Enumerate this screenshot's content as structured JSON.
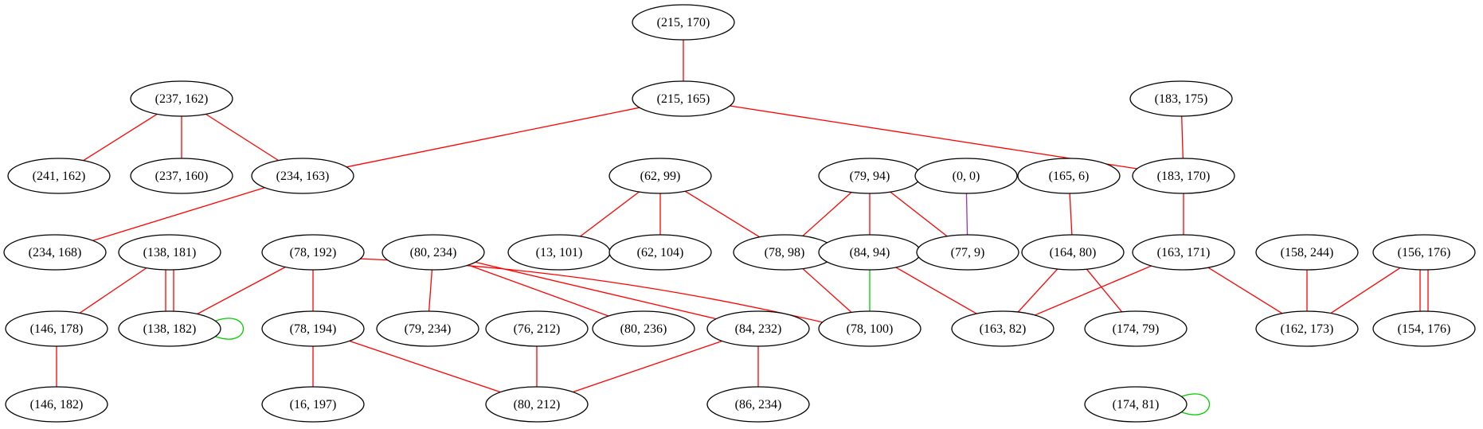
{
  "nodes": [
    {
      "id": "n_215_170",
      "label": "(215, 170)"
    },
    {
      "id": "n_215_165",
      "label": "(215, 165)"
    },
    {
      "id": "n_237_162",
      "label": "(237, 162)"
    },
    {
      "id": "n_183_175",
      "label": "(183, 175)"
    },
    {
      "id": "n_241_162",
      "label": "(241, 162)"
    },
    {
      "id": "n_237_160",
      "label": "(237, 160)"
    },
    {
      "id": "n_234_163",
      "label": "(234, 163)"
    },
    {
      "id": "n_62_99",
      "label": "(62, 99)"
    },
    {
      "id": "n_79_94",
      "label": "(79, 94)"
    },
    {
      "id": "n_0_0",
      "label": "(0, 0)"
    },
    {
      "id": "n_165_6",
      "label": "(165, 6)"
    },
    {
      "id": "n_183_170",
      "label": "(183, 170)"
    },
    {
      "id": "n_234_168",
      "label": "(234, 168)"
    },
    {
      "id": "n_138_181",
      "label": "(138, 181)"
    },
    {
      "id": "n_78_192",
      "label": "(78, 192)"
    },
    {
      "id": "n_80_234",
      "label": "(80, 234)"
    },
    {
      "id": "n_13_101",
      "label": "(13, 101)"
    },
    {
      "id": "n_62_104",
      "label": "(62, 104)"
    },
    {
      "id": "n_78_98",
      "label": "(78, 98)"
    },
    {
      "id": "n_84_94",
      "label": "(84, 94)"
    },
    {
      "id": "n_77_9",
      "label": "(77, 9)"
    },
    {
      "id": "n_164_80",
      "label": "(164, 80)"
    },
    {
      "id": "n_163_171",
      "label": "(163, 171)"
    },
    {
      "id": "n_158_244",
      "label": "(158, 244)"
    },
    {
      "id": "n_156_176",
      "label": "(156, 176)"
    },
    {
      "id": "n_146_178",
      "label": "(146, 178)"
    },
    {
      "id": "n_138_182",
      "label": "(138, 182)"
    },
    {
      "id": "n_78_194",
      "label": "(78, 194)"
    },
    {
      "id": "n_79_234",
      "label": "(79, 234)"
    },
    {
      "id": "n_76_212",
      "label": "(76, 212)"
    },
    {
      "id": "n_80_236",
      "label": "(80, 236)"
    },
    {
      "id": "n_84_232",
      "label": "(84, 232)"
    },
    {
      "id": "n_78_100",
      "label": "(78, 100)"
    },
    {
      "id": "n_163_82",
      "label": "(163, 82)"
    },
    {
      "id": "n_174_79",
      "label": "(174, 79)"
    },
    {
      "id": "n_162_173",
      "label": "(162, 173)"
    },
    {
      "id": "n_154_176",
      "label": "(154, 176)"
    },
    {
      "id": "n_146_182",
      "label": "(146, 182)"
    },
    {
      "id": "n_16_197",
      "label": "(16, 197)"
    },
    {
      "id": "n_80_212",
      "label": "(80, 212)"
    },
    {
      "id": "n_86_234",
      "label": "(86, 234)"
    },
    {
      "id": "n_174_81",
      "label": "(174, 81)"
    }
  ],
  "edges": [
    {
      "from": "n_215_170",
      "to": "n_215_165",
      "color": "#ff0000"
    },
    {
      "from": "n_215_165",
      "to": "n_234_163",
      "color": "#ff0000"
    },
    {
      "from": "n_215_165",
      "to": "n_183_170",
      "color": "#ff0000"
    },
    {
      "from": "n_237_162",
      "to": "n_241_162",
      "color": "#ff0000"
    },
    {
      "from": "n_237_162",
      "to": "n_237_160",
      "color": "#ff0000"
    },
    {
      "from": "n_237_162",
      "to": "n_234_163",
      "color": "#ff0000"
    },
    {
      "from": "n_183_175",
      "to": "n_183_170",
      "color": "#ff0000"
    },
    {
      "from": "n_234_163",
      "to": "n_234_168",
      "color": "#ff0000"
    },
    {
      "from": "n_62_99",
      "to": "n_13_101",
      "color": "#ff0000"
    },
    {
      "from": "n_62_99",
      "to": "n_62_104",
      "color": "#ff0000"
    },
    {
      "from": "n_62_99",
      "to": "n_78_98",
      "color": "#ff0000"
    },
    {
      "from": "n_79_94",
      "to": "n_78_98",
      "color": "#ff0000"
    },
    {
      "from": "n_79_94",
      "to": "n_84_94",
      "color": "#ff0000"
    },
    {
      "from": "n_79_94",
      "to": "n_77_9",
      "color": "#ff0000"
    },
    {
      "from": "n_0_0",
      "to": "n_77_9",
      "color": "#9b30c8"
    },
    {
      "from": "n_165_6",
      "to": "n_164_80",
      "color": "#ff0000"
    },
    {
      "from": "n_183_170",
      "to": "n_163_171",
      "color": "#ff0000"
    },
    {
      "from": "n_138_181",
      "to": "n_146_178",
      "color": "#ff0000"
    },
    {
      "from": "n_138_181",
      "to": "n_138_182",
      "color": "#ff0000",
      "offset": -5
    },
    {
      "from": "n_138_181",
      "to": "n_138_182",
      "color": "#ff0000",
      "offset": 5
    },
    {
      "from": "n_78_192",
      "to": "n_138_182",
      "color": "#ff0000"
    },
    {
      "from": "n_78_192",
      "to": "n_78_194",
      "color": "#ff0000"
    },
    {
      "from": "n_78_192",
      "to": "n_78_100",
      "color": "#ff0000",
      "curve": 18
    },
    {
      "from": "n_80_234",
      "to": "n_79_234",
      "color": "#ff0000"
    },
    {
      "from": "n_80_234",
      "to": "n_80_236",
      "color": "#ff0000"
    },
    {
      "from": "n_80_234",
      "to": "n_84_232",
      "color": "#ff0000"
    },
    {
      "from": "n_78_98",
      "to": "n_78_100",
      "color": "#ff0000"
    },
    {
      "from": "n_84_94",
      "to": "n_78_100",
      "color": "#00cc00"
    },
    {
      "from": "n_84_94",
      "to": "n_163_82",
      "color": "#ff0000"
    },
    {
      "from": "n_164_80",
      "to": "n_163_82",
      "color": "#ff0000"
    },
    {
      "from": "n_164_80",
      "to": "n_174_79",
      "color": "#ff0000"
    },
    {
      "from": "n_163_171",
      "to": "n_163_82",
      "color": "#ff0000"
    },
    {
      "from": "n_163_171",
      "to": "n_162_173",
      "color": "#ff0000"
    },
    {
      "from": "n_158_244",
      "to": "n_162_173",
      "color": "#ff0000"
    },
    {
      "from": "n_156_176",
      "to": "n_162_173",
      "color": "#ff0000"
    },
    {
      "from": "n_156_176",
      "to": "n_154_176",
      "color": "#ff0000",
      "offset": -5
    },
    {
      "from": "n_156_176",
      "to": "n_154_176",
      "color": "#ff0000",
      "offset": 5
    },
    {
      "from": "n_146_178",
      "to": "n_146_182",
      "color": "#ff0000"
    },
    {
      "from": "n_78_194",
      "to": "n_16_197",
      "color": "#ff0000"
    },
    {
      "from": "n_78_194",
      "to": "n_80_212",
      "color": "#ff0000"
    },
    {
      "from": "n_76_212",
      "to": "n_80_212",
      "color": "#ff0000"
    },
    {
      "from": "n_84_232",
      "to": "n_80_212",
      "color": "#ff0000"
    },
    {
      "from": "n_84_232",
      "to": "n_86_234",
      "color": "#ff0000"
    },
    {
      "from": "n_138_182",
      "to": "n_138_182",
      "color": "#00cc00",
      "loop": true
    },
    {
      "from": "n_174_81",
      "to": "n_174_81",
      "color": "#00cc00",
      "loop": true
    }
  ]
}
